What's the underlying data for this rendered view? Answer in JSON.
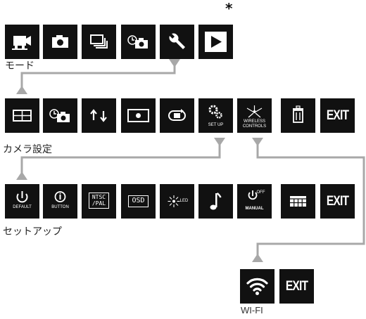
{
  "mode_label": "モード",
  "camera_settings_label": "カメラ設定",
  "setup_label": "セットアップ",
  "wifi_label": "WI-FI",
  "star": "*",
  "camera_settings_items": {
    "setup_caption": "SET UP",
    "wireless_caption_line1": "WIRELESS",
    "wireless_caption_line2": "CONTROLS",
    "exit": "EXIT"
  },
  "setup_items": {
    "default_caption": "DEFAULT",
    "button_caption": "BUTTON",
    "ntsc_line1": "NTSC",
    "ntsc_line2": "/PAL",
    "osd": "OSD",
    "led_caption": "LED",
    "off_caption": "OFF",
    "manual_caption": "MANUAL",
    "exit": "EXIT"
  },
  "wifi_items": {
    "exit": "EXIT"
  },
  "colors": {
    "tile": "#111111",
    "connector": "#a8a8a8",
    "text": "#222222"
  }
}
